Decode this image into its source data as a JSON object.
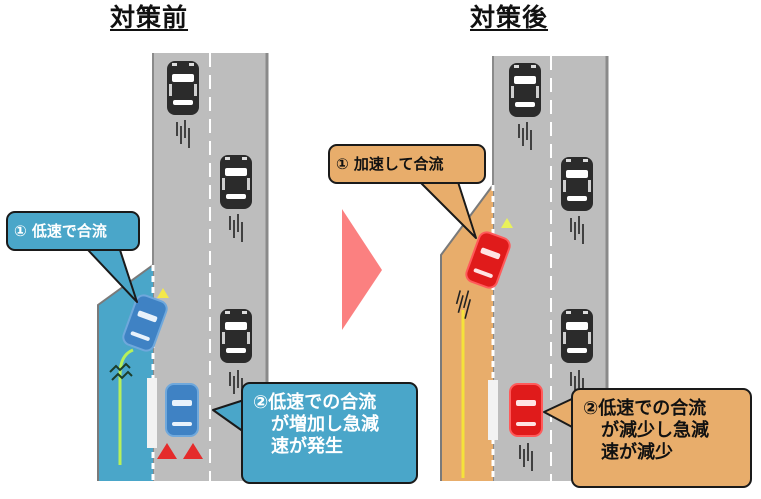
{
  "panels": {
    "before": {
      "title": "対策前",
      "callout1": "① 低速で合流",
      "callout2_lines": [
        "②低速での合流",
        "　が増加し急減",
        "　速が発生"
      ],
      "theme_color": "#4aa6c9",
      "merge_car_color": "#3f82c4"
    },
    "after": {
      "title": "対策後",
      "callout1": "① 加速して合流",
      "callout2_lines": [
        "②低速での合流",
        "　が減少し急減",
        "　速が減少"
      ],
      "theme_color": "#e8ad6b",
      "merge_car_color": "#e01b1b"
    }
  },
  "arrow": {
    "direction": "right",
    "color": "#fb8080"
  },
  "colors": {
    "road": "#bdbdbd",
    "road_edge": "#8a8a8a",
    "lane_marking": "#ffffff",
    "car_dark": "#2b2b2b",
    "trajectory_before": "#b7f05a",
    "trajectory_after": "#f5e23a",
    "brake_marks": "#e52b2b"
  }
}
